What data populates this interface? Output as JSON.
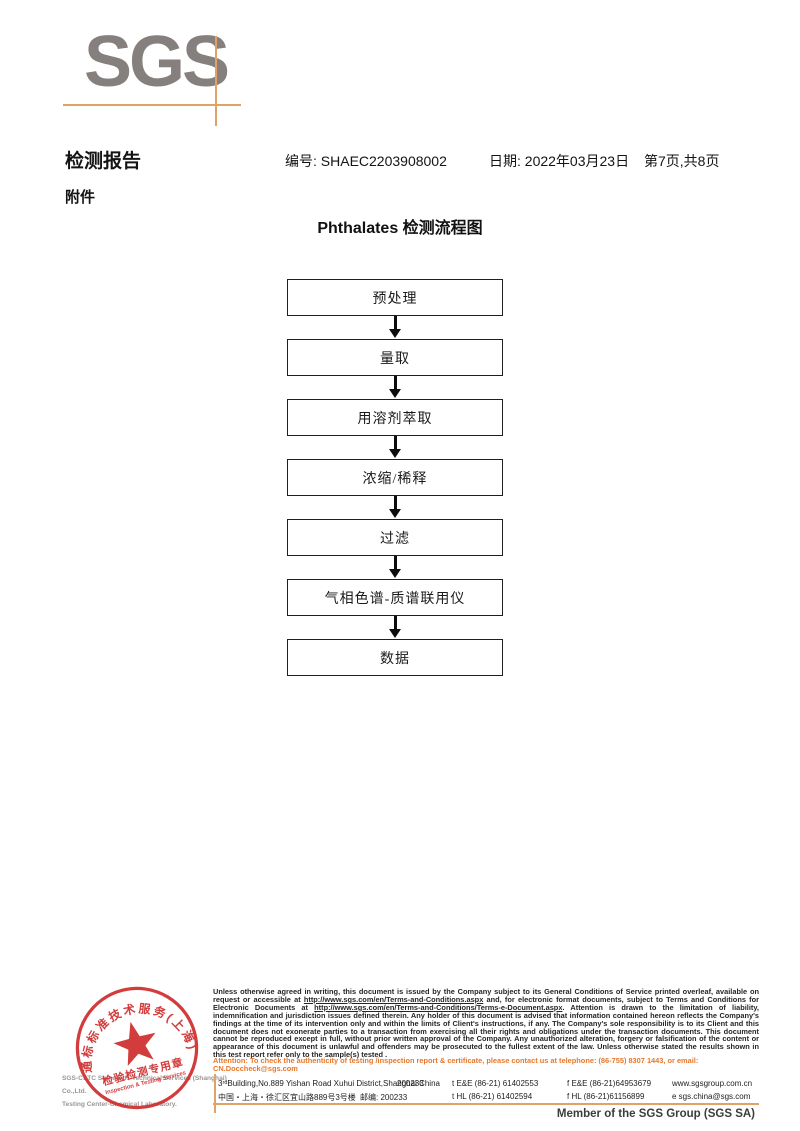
{
  "logo": {
    "text": "SGS"
  },
  "header": {
    "title": "检测报告",
    "report_no": "编号: SHAEC2203908002",
    "date": "日期: 2022年03月23日",
    "page_info": "第7页,共8页",
    "attachment": "附件"
  },
  "flowchart": {
    "title": "Phthalates 检测流程图",
    "steps": [
      "预处理",
      "量取",
      "用溶剂萃取",
      "浓缩/稀释",
      "过滤",
      "气相色谱-质谱联用仪",
      "数据"
    ]
  },
  "stamp": {
    "ring_text": "通标标准技术服务(上海)有限公司",
    "label": "检验检测专用章",
    "sublabel": "Inspection & Testing Services",
    "color": "#cf2e2e"
  },
  "company": {
    "line1": "SGS-CSTC Standards Technical Services (Shanghai) Co.,Ltd.",
    "line2": "Testing Center-Chemical Laboratory."
  },
  "legal": {
    "p1": "Unless otherwise agreed in writing, this document is issued by the Company subject to its General Conditions of Service printed overleaf, available on request or accessible at ",
    "link1": "http://www.sgs.com/en/Terms-and-Conditions.aspx",
    "p2": " and, for electronic format documents, subject to Terms and Conditions for Electronic Documents at ",
    "link2": "http://www.sgs.com/en/Terms-and-Conditions/Terms-e-Document.aspx",
    "p3": ". Attention is drawn to the limitation of liability, indemnification and jurisdiction issues defined therein. Any holder of this document is advised that information contained hereon reflects the Company's findings at the time of its intervention only and within the limits of Client's instructions, if any. The Company's sole responsibility is to its Client and this document does not exonerate parties to a transaction from exercising all their rights and obligations under the transaction documents. This document cannot be reproduced except in full, without prior written approval of the Company. Any unauthorized alteration, forgery or falsification of the content or appearance of this document is unlawful and offenders may be prosecuted to the fullest extent of the law. Unless otherwise stated the results shown in this test report refer only to the sample(s) tested .",
    "attention": "Attention: To check the authenticity of testing /inspection report & certificate, please contact us at telephone: (86-755) 8307 1443, or email: CN.Doccheck@sgs.com"
  },
  "footer": {
    "address_en": "3ʳᵈBuilding,No.889 Yishan Road Xuhui District,Shanghai China",
    "postcode_en": "200233",
    "address_cn": "中国・上海・徐汇区宜山路889号3号楼",
    "postcode_cn": "邮编: 200233",
    "tel_ee": "t E&E (86-21) 61402553",
    "fax_ee": "f E&E (86-21)64953679",
    "website": "www.sgsgroup.com.cn",
    "tel_hl": "t HL (86-21) 61402594",
    "fax_hl": "f HL (86-21)61156899",
    "email": "e  sgs.china@sgs.com",
    "member": "Member of the SGS Group (SGS SA)"
  },
  "colors": {
    "logo_gray": "#85807d",
    "accent_orange": "#e2a263",
    "attention_orange": "#e8772b",
    "stamp_red": "#cf2e2e"
  }
}
